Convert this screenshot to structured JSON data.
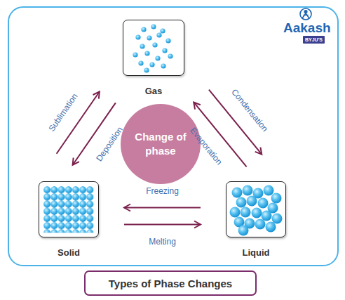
{
  "diagram": {
    "caption": "Types of Phase Changes",
    "nodes": [
      {
        "text": [
          "Gas"
        ]
      },
      {
        "text": [
          "Change of phase"
        ]
      },
      {
        "text": [
          "Solid"
        ]
      },
      {
        "text": [
          "Liquid"
        ]
      }
    ],
    "edges": [
      {
        "from": 2,
        "to": 0,
        "label": "Sublimation",
        "arrow": "to"
      },
      {
        "from": 0,
        "to": 2,
        "label": "Deposition",
        "arrow": "to"
      },
      {
        "from": 0,
        "to": 3,
        "label": "Condensation",
        "arrow": "to"
      },
      {
        "from": 3,
        "to": 0,
        "label": "Evaporation",
        "arrow": "to"
      },
      {
        "from": 3,
        "to": 2,
        "label": "Freezing",
        "arrow": "to"
      },
      {
        "from": 2,
        "to": 3,
        "label": "Melting",
        "arrow": "to"
      }
    ],
    "labels": [
      "Aakash",
      "BYJU'S"
    ]
  }
}
